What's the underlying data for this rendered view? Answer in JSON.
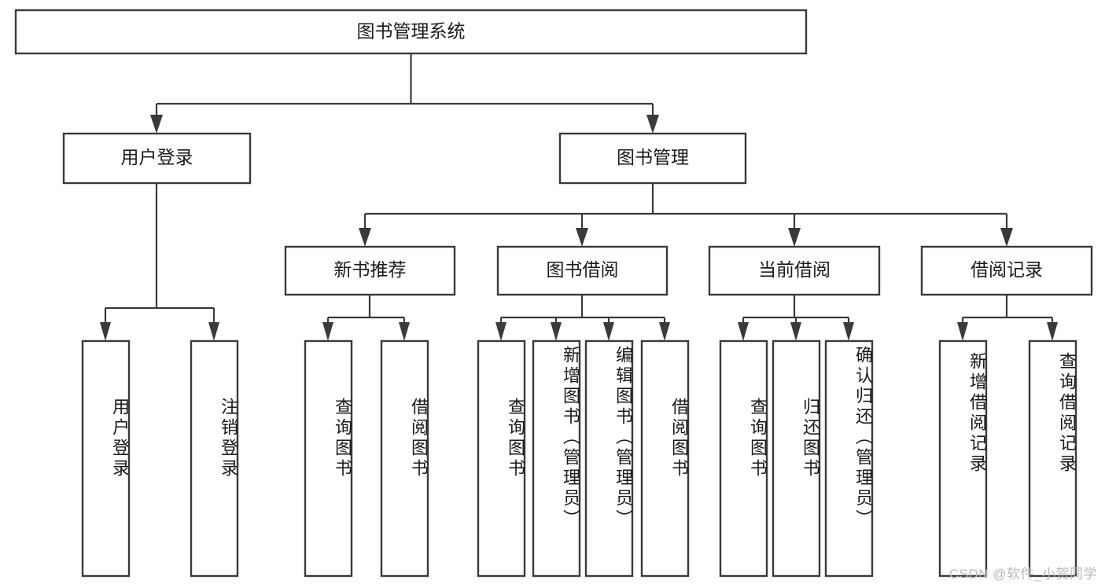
{
  "diagram": {
    "type": "tree",
    "title": "图书管理系统",
    "watermark": "CSDN @软件_小贺同学",
    "colors": {
      "stroke": "#3a3a3a",
      "box_fill": "#ffffff",
      "text": "#1a1a1a",
      "background": "#ffffff",
      "watermark": "#b9b9b9"
    },
    "nodes": {
      "root": {
        "label": "图书管理系统"
      },
      "level2": [
        {
          "label": "用户登录"
        },
        {
          "label": "图书管理"
        }
      ],
      "level3": [
        {
          "label": "新书推荐"
        },
        {
          "label": "图书借阅"
        },
        {
          "label": "当前借阅"
        },
        {
          "label": "借阅记录"
        }
      ],
      "leaves": [
        {
          "label": "用户登录",
          "parent": "用户登录"
        },
        {
          "label": "注销登录",
          "parent": "用户登录"
        },
        {
          "label": "查询图书",
          "parent": "新书推荐"
        },
        {
          "label": "借阅图书",
          "parent": "新书推荐"
        },
        {
          "label": "查询图书",
          "parent": "图书借阅"
        },
        {
          "label": "新增图书（管理员）",
          "parent": "图书借阅"
        },
        {
          "label": "编辑图书（管理员）",
          "parent": "图书借阅"
        },
        {
          "label": "借阅图书",
          "parent": "图书借阅"
        },
        {
          "label": "查询图书",
          "parent": "当前借阅"
        },
        {
          "label": "归还图书",
          "parent": "当前借阅"
        },
        {
          "label": "确认归还（管理员）",
          "parent": "当前借阅"
        },
        {
          "label": "新增借阅记录",
          "parent": "借阅记录"
        },
        {
          "label": "查询借阅记录",
          "parent": "借阅记录"
        }
      ]
    }
  }
}
